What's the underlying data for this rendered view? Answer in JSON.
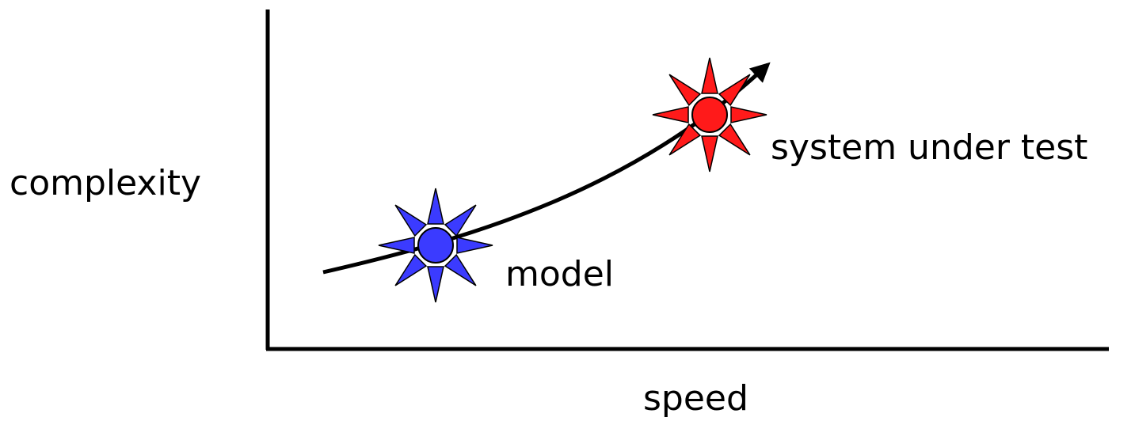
{
  "axes": {
    "y_label": "complexity",
    "x_label": "speed"
  },
  "points": {
    "model": {
      "label": "model",
      "color": "#3b3bff"
    },
    "system": {
      "label": "system under test",
      "color": "#ff1a1a"
    }
  },
  "curve": {
    "color": "#000000",
    "arrow": "arrow-head-icon"
  },
  "icons": {
    "model_marker": "starburst-icon",
    "system_marker": "starburst-icon"
  }
}
